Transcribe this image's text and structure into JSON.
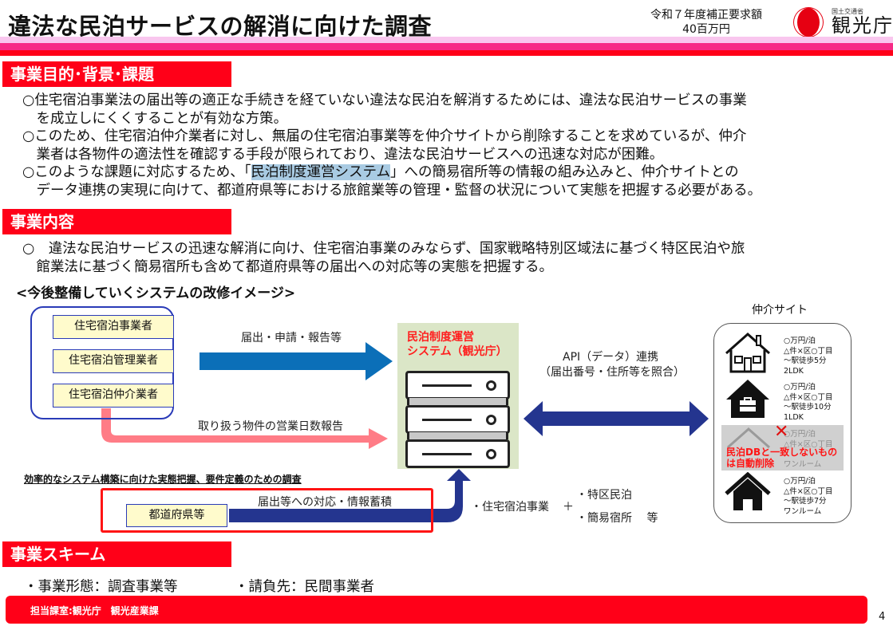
{
  "header": {
    "title": "違法な民泊サービスの解消に向けた調査",
    "budget_line1": "令和７年度補正要求額",
    "budget_line2": "40百万円",
    "logo": {
      "ministry": "国土交通省",
      "name": "観光庁",
      "icon": "japan-tourism-agency-logo"
    },
    "colors": {
      "band_top": "#f9c6ee",
      "band_mid": "#f72a86",
      "band_bottom": "#ff0018"
    }
  },
  "sections": {
    "purpose": {
      "heading": "事業目的･背景･課題",
      "lines": [
        "○住宅宿泊事業法の届出等の適正な手続きを経ていない違法な民泊を解消するためには、違法な民泊サービスの事業",
        "　を成立しにくくすることが有効な方策。",
        "○このため、住宅宿泊仲介業者に対し、無届の住宅宿泊事業等を仲介サイトから削除することを求めているが、仲介",
        "　業者は各物件の適法性を確認する手段が限られており、違法な民泊サービスへの迅速な対応が困難。"
      ],
      "line5_pre": "○このような課題に対応するため、「",
      "line5_highlight": "民泊制度運営システム",
      "line5_post": "」への簡易宿所等の情報の組み込みと、仲介サイトとの",
      "line6": "　データ連携の実現に向けて、都道府県等における旅館業等の管理・監督の状況について実態を把握する必要がある。"
    },
    "content": {
      "heading": "事業内容",
      "lines": [
        "○　違法な民泊サービスの迅速な解消に向け、住宅宿泊事業のみならず、国家戦略特別区域法に基づく特区民泊や旅",
        "　館業法に基づく簡易宿所も含めて都道府県等の届出への対応等の実態を把握する。"
      ],
      "diagram_title": "<今後整備していくシステムの改修イメージ>"
    },
    "scheme": {
      "heading": "事業スキーム",
      "form": "・事業形態：調査事業等",
      "contractor": "・請負先：民間事業者"
    }
  },
  "diagram": {
    "actors": [
      "住宅宿泊事業者",
      "住宅宿泊管理業者",
      "住宅宿泊仲介業者"
    ],
    "arrow_filing_label": "届出・申請・報告等",
    "arrow_report_label": "取り扱う物件の営業日数報告",
    "system_title_line1": "民泊制度運営",
    "system_title_line2": "システム（観光庁）",
    "api_label_line1": "API（データ）連携",
    "api_label_line2": "（届出番号・住所等を照合）",
    "site_title": "仲介サイト",
    "listings": [
      {
        "icon": "house-outline-icon",
        "lines": [
          "○万円/泊",
          "△件×区○丁目",
          "～駅徒歩5分",
          "2LDK"
        ]
      },
      {
        "icon": "house-briefcase-icon",
        "lines": [
          "○万円/泊",
          "△件×区○丁目",
          "～駅徒歩10分",
          "1LDK"
        ]
      },
      {
        "icon": "house-removed-icon",
        "lines": [
          "○万円/泊",
          "△件×区○丁目",
          "",
          "ワンルーム"
        ]
      },
      {
        "icon": "house-solid-icon",
        "lines": [
          "○万円/泊",
          "△件×区○丁目",
          "～駅徒歩7分",
          "ワンルーム"
        ]
      }
    ],
    "removed_note_line1": "民泊DBと一致しないもの",
    "removed_note_line2": "は自動削除",
    "removed_mark": "✕",
    "survey_title": "効率的なシステム構築に向けた実態把握、要件定義のための調査",
    "prefecture": "都道府県等",
    "prefecture_arrow_label": "届出等への対応・情報蓄積",
    "scope_main": "・住宅宿泊事業",
    "scope_plus": "＋",
    "scope_extra1": "・特区民泊",
    "scope_extra2": "・簡易宿所　 等",
    "colors": {
      "blue_arrow": "#0b6fb8",
      "navy_arrow": "#24358f",
      "pink_arrow": "#ff7c86",
      "system_bg": "#dbe6c7",
      "actor_bg": "#fffbcc"
    }
  },
  "footer": {
    "department": "担当課室:観光庁　観光産業課",
    "page": "4"
  }
}
